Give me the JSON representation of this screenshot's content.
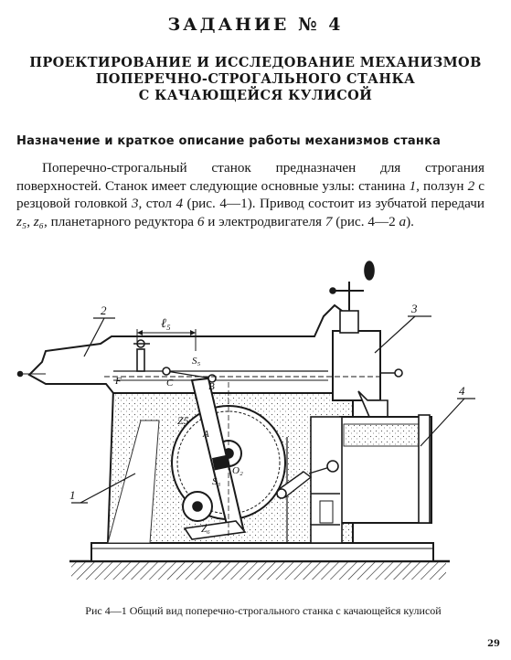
{
  "page": {
    "title": "ЗАДАНИЕ № 4",
    "heading_lines": [
      "ПРОЕКТИРОВАНИЕ И ИССЛЕДОВАНИЕ МЕХАНИЗМОВ",
      "ПОПЕРЕЧНО-СТРОГАЛЬНОГО СТАНКА",
      "С КАЧАЮЩЕЙСЯ КУЛИСОЙ"
    ],
    "subheading": "Назначение и краткое описание работы механизмов станка",
    "paragraph": {
      "t1": "Поперечно-строгальный станок предназначен для строгания поверхностей. Станок имеет следующие основные узлы: станина ",
      "n1": "1",
      "t2": ", ползун ",
      "n2": "2",
      "t3": " с резцовой головкой ",
      "n3": "3",
      "t4": ", стол ",
      "n4": "4",
      "t5": " (рис. 4—1). Привод состоит из зубчатой передачи ",
      "z5": "z₅",
      "t6": ", ",
      "z6": "z₆",
      "t7": ", планетарного редуктора ",
      "n6": "6",
      "t8": " и электродвигателя ",
      "n7": "7",
      "t9": " (рис. 4—2 ",
      "a": "а",
      "t10": ")."
    },
    "caption": "Рис 4—1 Общий вид поперечно-строгального станка с качающейся кулисой",
    "page_number": "29"
  },
  "figure": {
    "callouts": [
      "1",
      "2",
      "3",
      "4"
    ],
    "labels": {
      "l5": "ℓ₅",
      "s5": "S₅",
      "z5": "Z5",
      "z6": "Z₆",
      "o2": "O₂",
      "s3": "S₃",
      "A": "A",
      "B": "B",
      "F": "F",
      "C": "C"
    }
  }
}
